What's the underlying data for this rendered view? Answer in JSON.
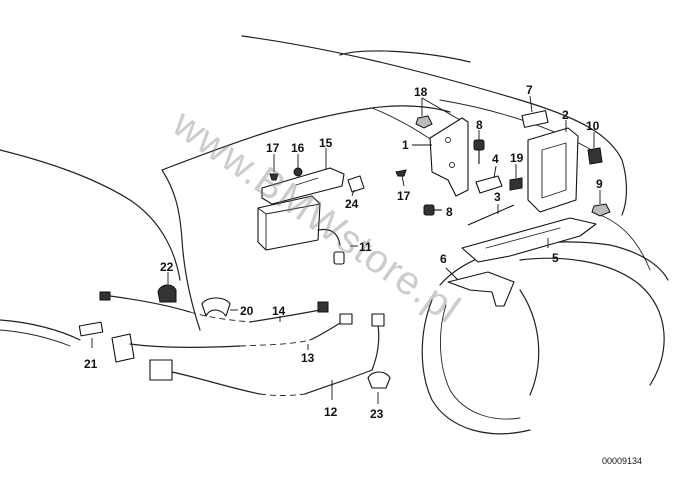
{
  "watermark": "www.BMWstore.pl",
  "reference_number": "00009134",
  "callouts": [
    "1",
    "2",
    "3",
    "4",
    "5",
    "6",
    "7",
    "8",
    "8",
    "9",
    "10",
    "11",
    "12",
    "13",
    "14",
    "15",
    "16",
    "17",
    "17",
    "18",
    "19",
    "20",
    "21",
    "22",
    "23",
    "24"
  ]
}
